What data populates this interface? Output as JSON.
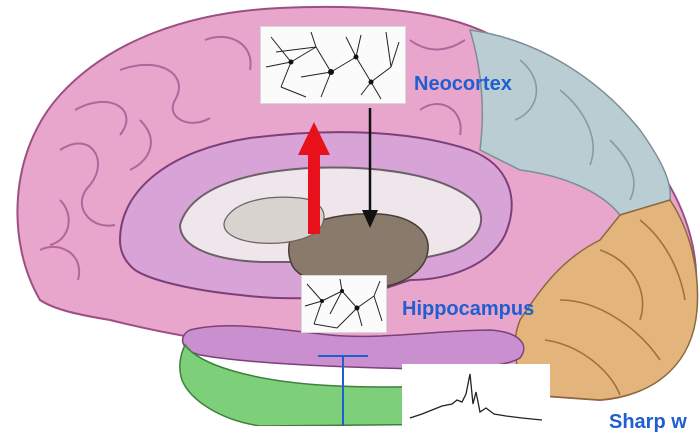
{
  "labels": {
    "neocortex": "Neocortex",
    "hippocampus": "Hippocampus",
    "sharp_wave": "Sharp w"
  },
  "colors": {
    "cortex_pink": "#e9a6cc",
    "cingulate_purple": "#d8a3d6",
    "parietal_blue": "#b9cdd3",
    "occipital_orange": "#e3b47c",
    "temporal_green": "#7dcf7a",
    "label_blue": "#1f5fcf",
    "arrow_red": "#e8101a",
    "arrow_black": "#111111"
  }
}
